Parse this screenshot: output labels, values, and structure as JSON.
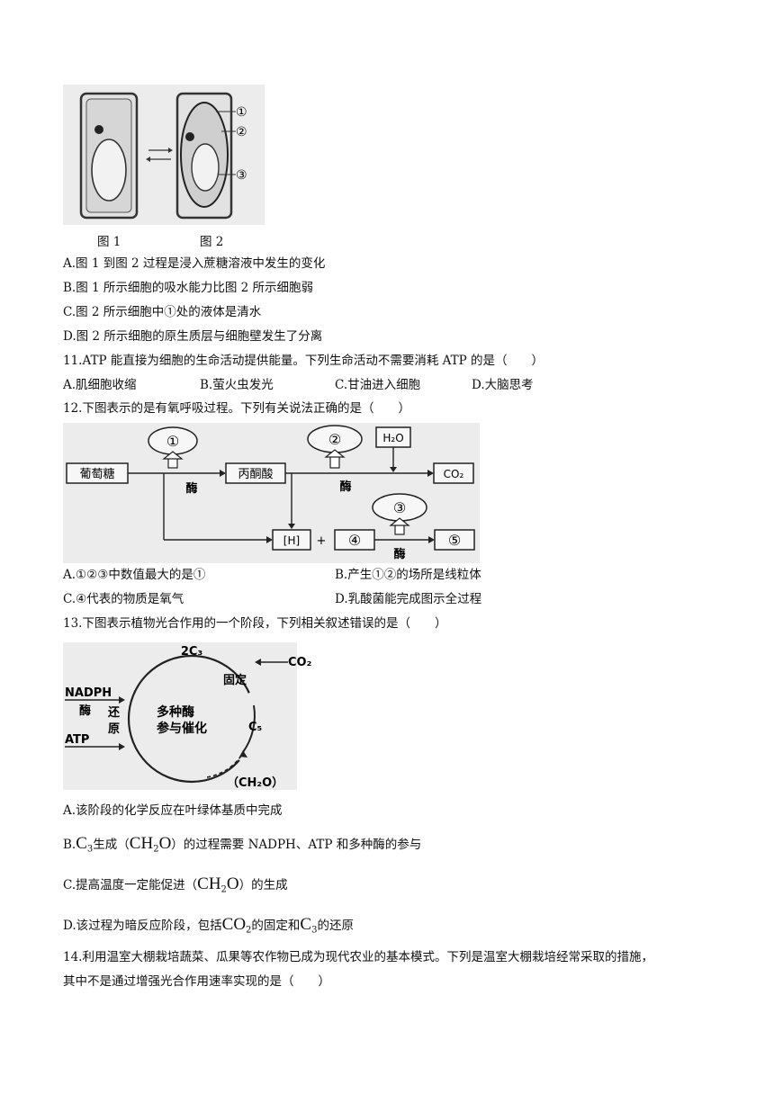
{
  "fig1": {
    "marks": [
      "①",
      "②",
      "③"
    ],
    "caption1": "图 1",
    "caption2": "图 2"
  },
  "q10": {
    "A": "A.图 1 到图 2 过程是浸入蔗糖溶液中发生的变化",
    "B": "B.图 1 所示细胞的吸水能力比图 2 所示细胞弱",
    "C": "C.图 2 所示细胞中①处的液体是清水",
    "D": "D.图 2 所示细胞的原生质层与细胞壁发生了分离"
  },
  "q11": {
    "stem": "11.ATP 能直接为细胞的生命活动提供能量。下列生命活动不需要消耗 ATP 的是（　　）",
    "A": "A.肌细胞收缩",
    "B": "B.萤火虫发光",
    "C": "C.甘油进入细胞",
    "D": "D.大脑思考"
  },
  "q12": {
    "stem": "12.下图表示的是有氧呼吸过程。下列有关说法正确的是（　　）",
    "diagram": {
      "glucose": "葡萄糖",
      "pyruvate": "丙酮酸",
      "water": "H₂O",
      "co2": "CO₂",
      "h": "[H]",
      "plus": "+",
      "enzyme": "酶",
      "n1": "①",
      "n2": "②",
      "n3": "③",
      "n4": "④",
      "n5": "⑤"
    },
    "A": "A.①②③中数值最大的是①",
    "B": "B.产生①②的场所是线粒体",
    "C": "C.④代表的物质是氧气",
    "D": "D.乳酸菌能完成图示全过程"
  },
  "q13": {
    "stem": "13.下图表示植物光合作用的一个阶段，下列相关叙述错误的是（　　）",
    "diagram": {
      "c3": "2C₃",
      "co2": "CO₂",
      "fix": "固定",
      "nadph": "NADPH",
      "enzyme": "酶",
      "reduce1": "还",
      "reduce2": "原",
      "atp": "ATP",
      "multi1": "多种酶",
      "multi2": "参与催化",
      "c5": "C₅",
      "ch2o": "（CH₂O）"
    },
    "A": "A.该阶段的化学反应在叶绿体基质中完成",
    "B_pre": "B.",
    "B_c3": "C",
    "B_c3_sub": "3",
    "B_mid": "生成（",
    "B_ch2o_1": "CH",
    "B_ch2o_sub": "2",
    "B_ch2o_2": "O",
    "B_post": "）的过程需要 NADPH、ATP 和多种酶的参与",
    "C_pre": "C.提高温度一定能促进（",
    "C_ch2o_1": "CH",
    "C_ch2o_sub": "2",
    "C_ch2o_2": "O",
    "C_post": "）的生成",
    "D_pre": "D.该过程为暗反应阶段，包括",
    "D_co2": "CO",
    "D_co2_sub": "2",
    "D_mid": "的固定和",
    "D_c3": "C",
    "D_c3_sub": "3",
    "D_post": "的还原"
  },
  "q14": {
    "line1": "14.利用温室大棚栽培蔬菜、瓜果等农作物已成为现代农业的基本模式。下列是温室大棚栽培经常采取的措施，",
    "line2": "其中不是通过增强光合作用速率实现的是（　　）"
  }
}
